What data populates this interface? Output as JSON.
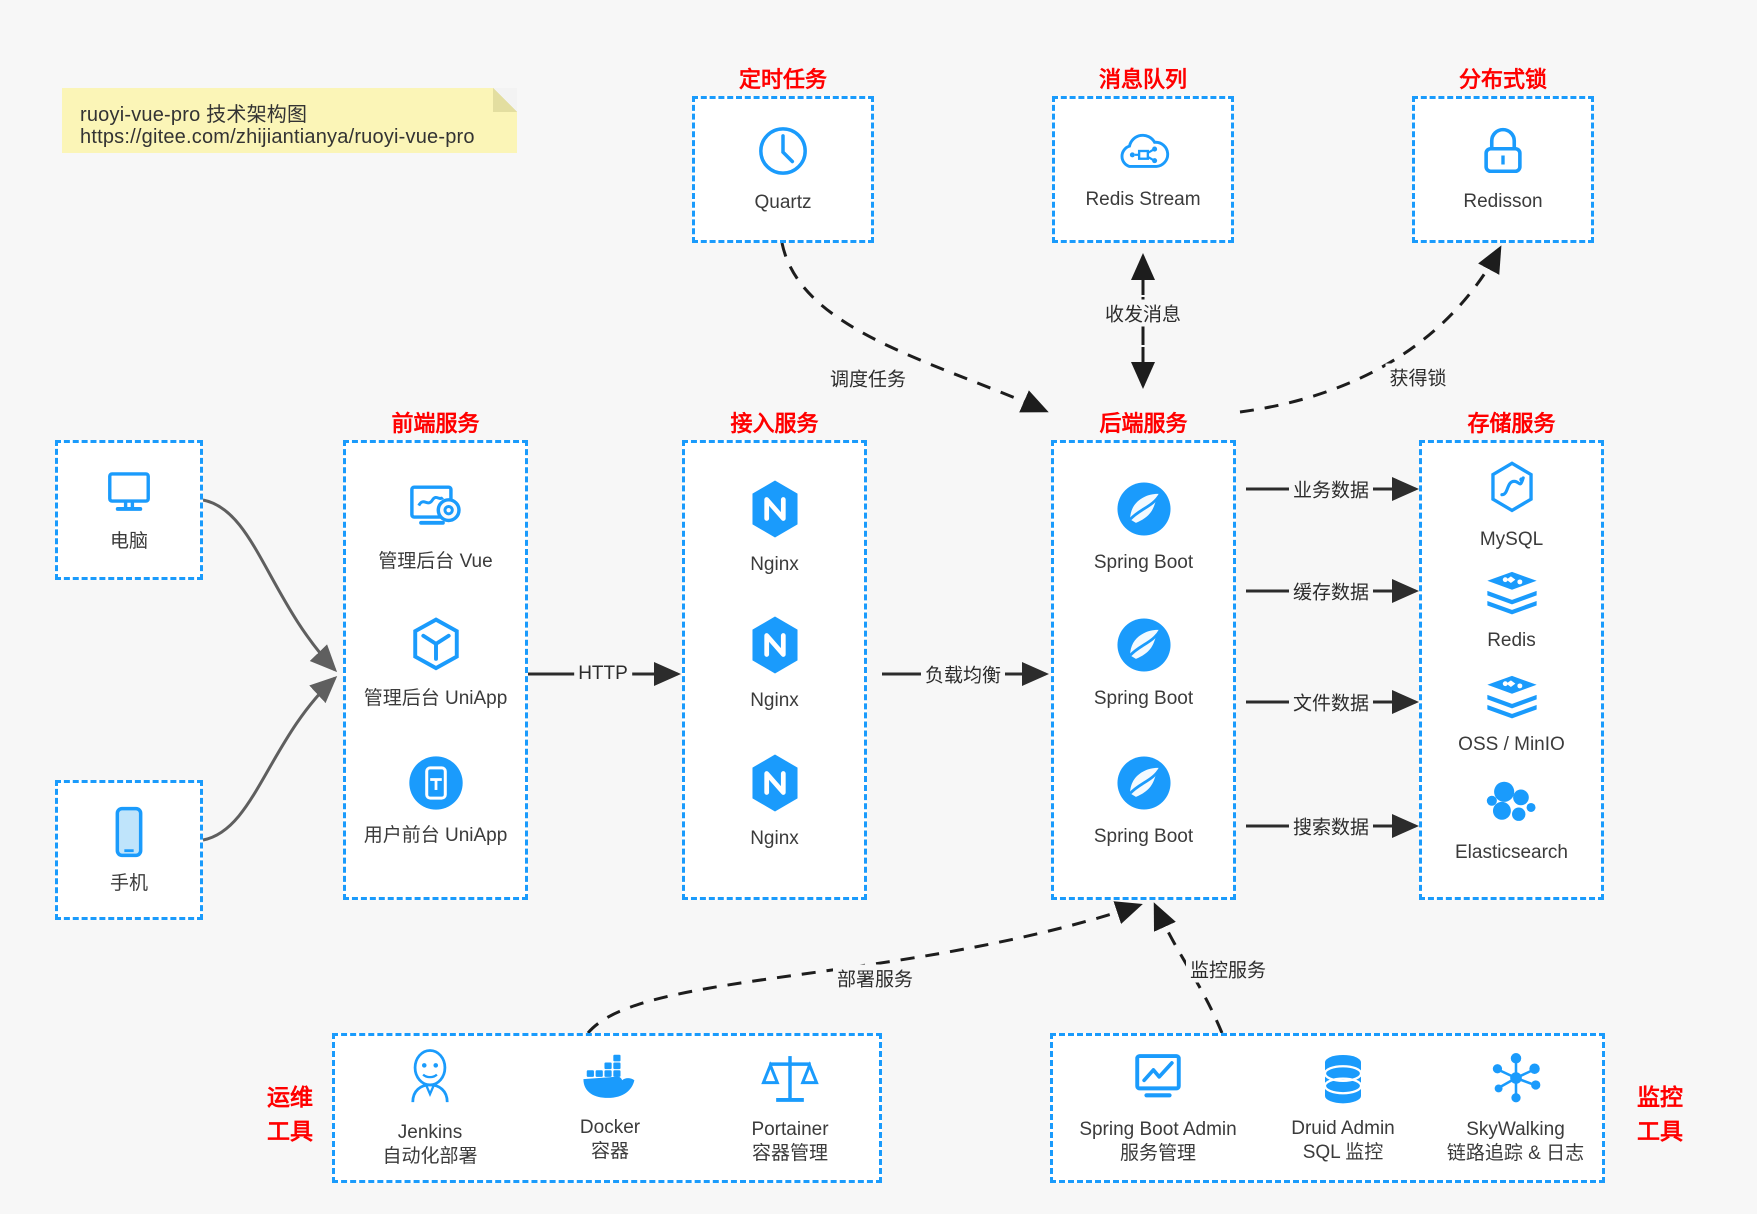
{
  "note": {
    "title": "ruoyi-vue-pro 技术架构图",
    "url": "https://gitee.com/zhijiantianya/ruoyi-vue-pro"
  },
  "colors": {
    "accent": "#1a9bfc",
    "caption": "#ff0000",
    "text": "#3b3b3b",
    "background": "#f7f7f7",
    "note_background": "#fbf5b7",
    "arrow": "#2c2c2c",
    "device_arrow": "#5f5f5f"
  },
  "groups": {
    "scheduler": {
      "caption": "定时任务",
      "items": [
        {
          "icon": "clock-icon",
          "label": "Quartz"
        }
      ]
    },
    "mq": {
      "caption": "消息队列",
      "items": [
        {
          "icon": "cloud-stream-icon",
          "label": "Redis Stream"
        }
      ]
    },
    "lock": {
      "caption": "分布式锁",
      "items": [
        {
          "icon": "padlock-icon",
          "label": "Redisson"
        }
      ]
    },
    "devices": {
      "items": [
        {
          "icon": "desktop-icon",
          "label": "电脑"
        },
        {
          "icon": "mobile-icon",
          "label": "手机"
        }
      ]
    },
    "frontend": {
      "caption": "前端服务",
      "items": [
        {
          "icon": "dashboard-settings-icon",
          "label": "管理后台 Vue"
        },
        {
          "icon": "cube-icon",
          "label": "管理后台 UniApp"
        },
        {
          "icon": "mobile-app-icon",
          "label": "用户前台 UniApp"
        }
      ]
    },
    "gateway": {
      "caption": "接入服务",
      "items": [
        {
          "icon": "nginx-icon",
          "label": "Nginx"
        },
        {
          "icon": "nginx-icon",
          "label": "Nginx"
        },
        {
          "icon": "nginx-icon",
          "label": "Nginx"
        }
      ]
    },
    "backend": {
      "caption": "后端服务",
      "items": [
        {
          "icon": "spring-icon",
          "label": "Spring Boot"
        },
        {
          "icon": "spring-icon",
          "label": "Spring Boot"
        },
        {
          "icon": "spring-icon",
          "label": "Spring Boot"
        }
      ]
    },
    "storage": {
      "caption": "存储服务",
      "items": [
        {
          "icon": "mysql-icon",
          "label": "MySQL"
        },
        {
          "icon": "redis-icon",
          "label": "Redis"
        },
        {
          "icon": "redis-icon",
          "label": "OSS / MinIO"
        },
        {
          "icon": "elasticsearch-icon",
          "label": "Elasticsearch"
        }
      ]
    },
    "ops": {
      "caption": "运维\n工具",
      "caption_line1": "运维",
      "caption_line2": "工具",
      "items": [
        {
          "icon": "jenkins-icon",
          "label": "Jenkins",
          "sub": "自动化部署"
        },
        {
          "icon": "docker-icon",
          "label": "Docker",
          "sub": "容器"
        },
        {
          "icon": "portainer-icon",
          "label": "Portainer",
          "sub": "容器管理"
        }
      ]
    },
    "monitor": {
      "caption_line1": "监控",
      "caption_line2": "工具",
      "items": [
        {
          "icon": "monitor-chart-icon",
          "label": "Spring Boot Admin",
          "sub": "服务管理"
        },
        {
          "icon": "database-icon",
          "label": "Druid Admin",
          "sub": "SQL 监控"
        },
        {
          "icon": "skywalking-icon",
          "label": "SkyWalking",
          "sub": "链路追踪 & 日志"
        }
      ]
    }
  },
  "edges": [
    {
      "id": "http",
      "label": "HTTP"
    },
    {
      "id": "loadbalance",
      "label": "负载均衡"
    },
    {
      "id": "biz-data",
      "label": "业务数据"
    },
    {
      "id": "cache-data",
      "label": "缓存数据"
    },
    {
      "id": "file-data",
      "label": "文件数据"
    },
    {
      "id": "search-data",
      "label": "搜索数据"
    },
    {
      "id": "schedule-task",
      "label": "调度任务"
    },
    {
      "id": "send-receive-message",
      "label": "收发消息"
    },
    {
      "id": "acquire-lock",
      "label": "获得锁"
    },
    {
      "id": "deploy-service",
      "label": "部署服务"
    },
    {
      "id": "monitor-service",
      "label": "监控服务"
    }
  ]
}
